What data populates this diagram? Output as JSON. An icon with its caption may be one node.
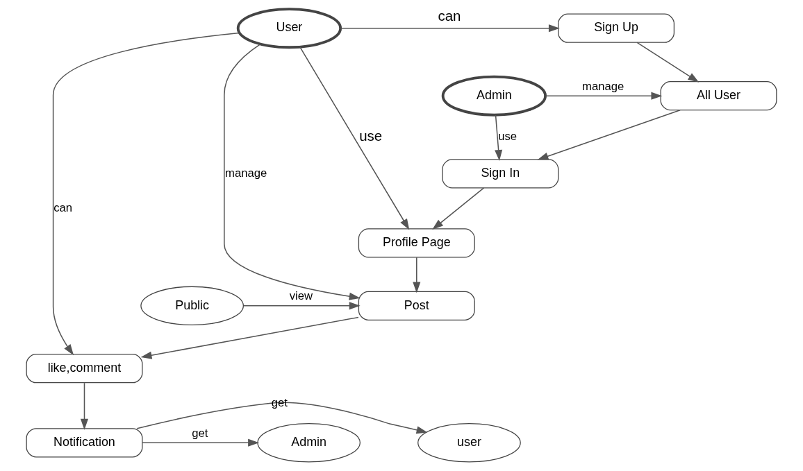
{
  "diagram": {
    "nodes": [
      {
        "text": [
          "User"
        ]
      },
      {
        "text": [
          "Sign Up"
        ]
      },
      {
        "text": [
          "All User"
        ]
      },
      {
        "text": [
          "Admin"
        ]
      },
      {
        "text": [
          "Sign In"
        ]
      },
      {
        "text": [
          "Profile Page"
        ]
      },
      {
        "text": [
          "Post"
        ]
      },
      {
        "text": [
          "Public"
        ]
      },
      {
        "text": [
          "like,comment"
        ]
      },
      {
        "text": [
          "user"
        ]
      },
      {
        "text": [
          "Notification"
        ]
      },
      {
        "text": [
          "Admin"
        ]
      }
    ],
    "edges": [
      {
        "from": 0,
        "to": 1,
        "arrow": "to",
        "label": "can"
      },
      {
        "from": 0,
        "to": 5,
        "arrow": "to",
        "label": "use"
      },
      {
        "from": 1,
        "to": 2,
        "arrow": "to"
      },
      {
        "from": 3,
        "to": 2,
        "arrow": "to",
        "label": "manage"
      },
      {
        "from": 3,
        "to": 4,
        "arrow": "to",
        "label": "use"
      },
      {
        "from": 2,
        "to": 4,
        "arrow": "to"
      },
      {
        "from": 4,
        "to": 5,
        "arrow": "to"
      },
      {
        "from": 5,
        "to": 6,
        "arrow": "to"
      },
      {
        "from": 0,
        "to": 6,
        "arrow": "to",
        "label": "manage"
      },
      {
        "from": 7,
        "to": 6,
        "arrow": "to",
        "label": "view"
      },
      {
        "from": 6,
        "to": 8,
        "arrow": "to"
      },
      {
        "from": 0,
        "to": 8,
        "arrow": "to",
        "label": "can"
      },
      {
        "from": 8,
        "to": 10,
        "arrow": "to"
      },
      {
        "from": 10,
        "to": 9,
        "arrow": "to",
        "label": "get"
      },
      {
        "from": 10,
        "to": 11,
        "arrow": "to",
        "label": "get"
      }
    ]
  }
}
